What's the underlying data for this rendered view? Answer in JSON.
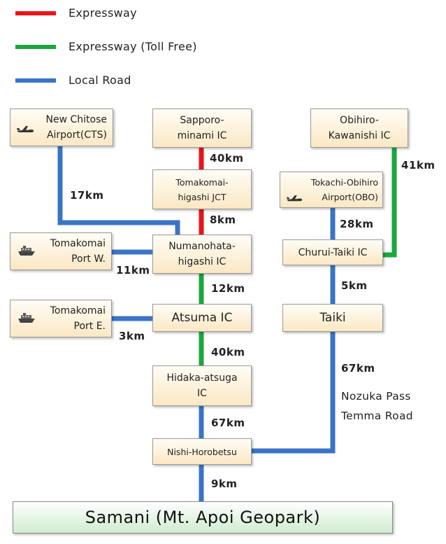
{
  "legend": [
    {
      "label": "Expressway",
      "color": "#e8151b"
    },
    {
      "label": "Expressway (Toll Free)",
      "color": "#1aa73e"
    },
    {
      "label": "Local Road",
      "color": "#3a74c6"
    }
  ],
  "nodes": {
    "new_chitose": "New Chitose\nAirport(CTS)",
    "sapporo_minami": "Sapporo-\nminami IC",
    "obihiro_kawanishi": "Obihiro-\nKawanishi IC",
    "tomakomai_higashi": "Tomakomai-\nhigashi JCT",
    "tokachi_obihiro": "Tokachi-Obihiro\nAirport(OBO)",
    "tomakomai_port_w": "Tomakomai\nPort W.",
    "numanohata": "Numanohata-\nhigashi IC",
    "churui_taiki": "Churui-Taiki IC",
    "tomakomai_port_e": "Tomakomai\nPort E.",
    "atsuma": "Atsuma IC",
    "taiki": "Taiki",
    "hidaka_atsuga": "Hidaka-atsuga\nIC",
    "nishi_horobetsu": "Nishi-Horobetsu",
    "samani": "Samani (Mt. Apoi Geopark)"
  },
  "distances": {
    "cts_numanohata": "17km",
    "sapporo_tomakomai": "40km",
    "tomakomai_numanohata": "8km",
    "portw_numanohata": "11km",
    "numanohata_atsuma": "12km",
    "porte_atsuma": "3km",
    "atsuma_hidaka": "40km",
    "hidaka_nishi": "67km",
    "nishi_samani": "9km",
    "obihiro_churui": "41km",
    "obo_churui": "28km",
    "churui_taiki": "5km",
    "taiki_nishi": "67km"
  },
  "route_notes": {
    "nozuka_pass": "Nozuka Pass",
    "temma_road": "Temma Road"
  },
  "icons": {
    "airport": "airplane-icon",
    "port": "ship-icon"
  }
}
